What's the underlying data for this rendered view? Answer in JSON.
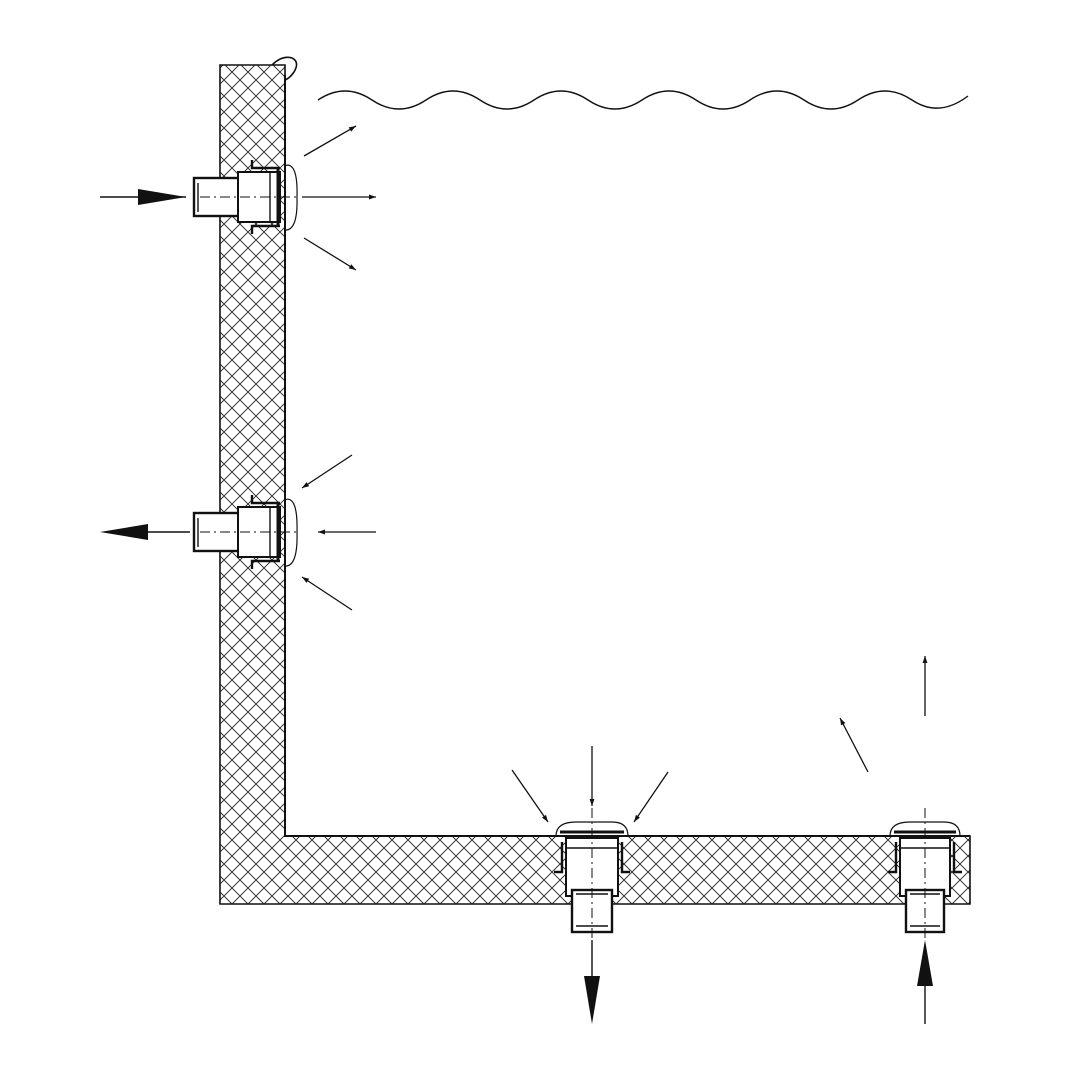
{
  "diagram": {
    "type": "pool-fitting-flow-section",
    "colors": {
      "line": "#111111",
      "background": "#ffffff",
      "hatch": "#222222"
    },
    "elements": {
      "wall": "hatched-concrete-wall",
      "floor": "hatched-concrete-floor",
      "water_surface": "wavy-water-line",
      "fittings": [
        "inlet-fitting-wall",
        "outlet-fitting-wall",
        "main-drain-floor",
        "floor-inlet-fitting"
      ]
    }
  }
}
